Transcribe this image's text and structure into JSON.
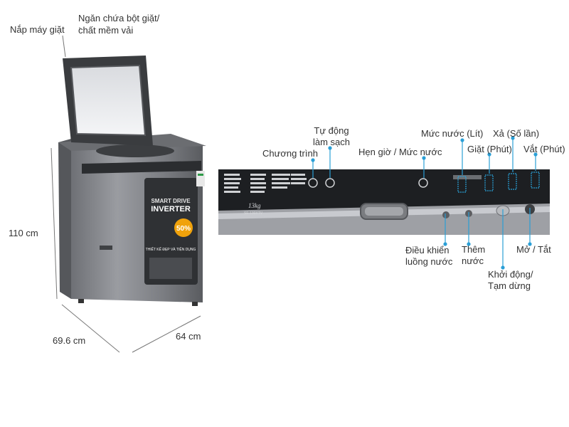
{
  "machine_labels": {
    "lid": "Nắp máy giặt",
    "detergent_line1": "Ngăn chứa bột giặt/",
    "detergent_line2": "chất mềm vải",
    "height": "110 cm",
    "depth": "69.6 cm",
    "width": "64 cm"
  },
  "machine_print": {
    "brand_line1": "SMART DRIVE",
    "brand_line2": "INVERTER",
    "saving": "50%",
    "slogan": "THIẾT KẾ ĐẸP VÀ TIỆN DỤNG"
  },
  "panel_labels": {
    "program": "Chương trình",
    "autoclean_line1": "Tự động",
    "autoclean_line2": "làm sạch",
    "timer": "Hẹn giờ / Mức nước",
    "water_level": "Mức nước (Lít)",
    "rinse": "Xả (Số lần)",
    "wash": "Giặt (Phút)",
    "spin": "Vắt (Phút)",
    "water_flow_line1": "Điều khiển",
    "water_flow_line2": "luồng nước",
    "add_water_line1": "Thêm",
    "add_water_line2": "nước",
    "start_line1": "Khởi động/",
    "start_line2": "Tạm dừng",
    "power": "Mở / Tắt"
  },
  "panel_print": {
    "capacity": "13kg",
    "model": "SF-130XTV"
  },
  "colors": {
    "body_dark": "#5a5c60",
    "body_light": "#8e9095",
    "panel_bg": "#1d1f22",
    "callout_line": "#2a9fd6",
    "dimension_line": "#777777"
  }
}
